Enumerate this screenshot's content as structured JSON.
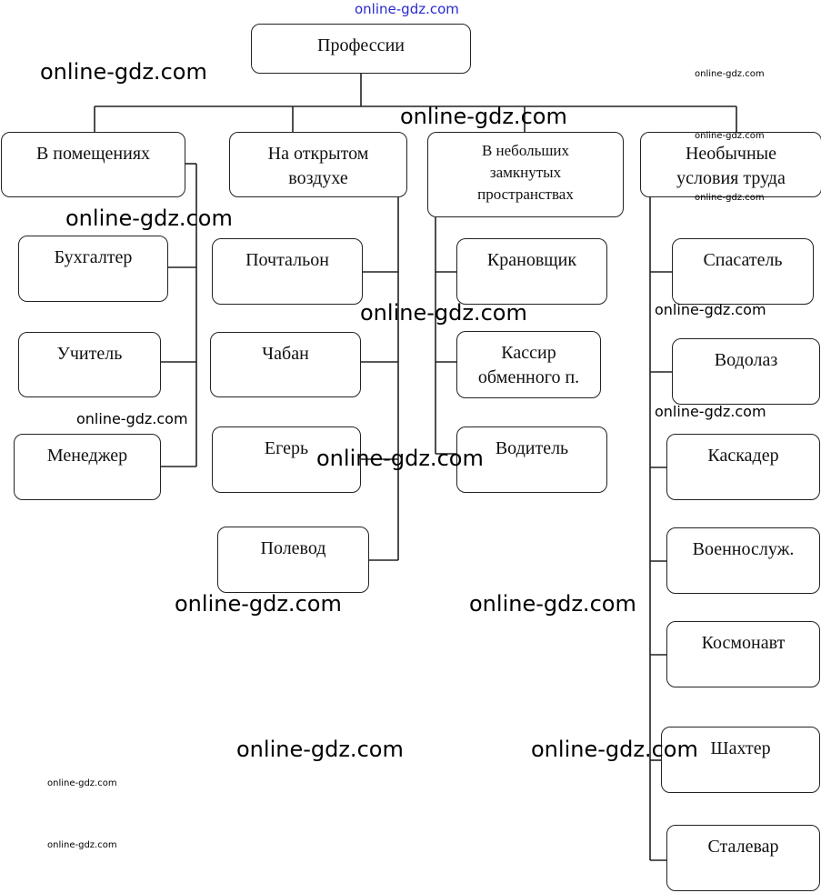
{
  "root": "Профессии",
  "categories": [
    {
      "label": "В помещениях",
      "items": [
        "Бухгалтер",
        "Учитель",
        "Менеджер"
      ]
    },
    {
      "label": "На открытом воздухе",
      "items": [
        "Почтальон",
        "Чабан",
        "Егерь",
        "Полевод"
      ]
    },
    {
      "label": "В небольших замкнутых пространствах",
      "items": [
        "Крановщик",
        "Кассир обменного п.",
        "Водитель"
      ]
    },
    {
      "label": "Необычные условия труда",
      "items": [
        "Спасатель",
        "Водолаз",
        "Каскадер",
        "Военнослуж.",
        "Космонавт",
        "Шахтер",
        "Сталевар"
      ]
    }
  ],
  "watermark": "online-gdz.com"
}
